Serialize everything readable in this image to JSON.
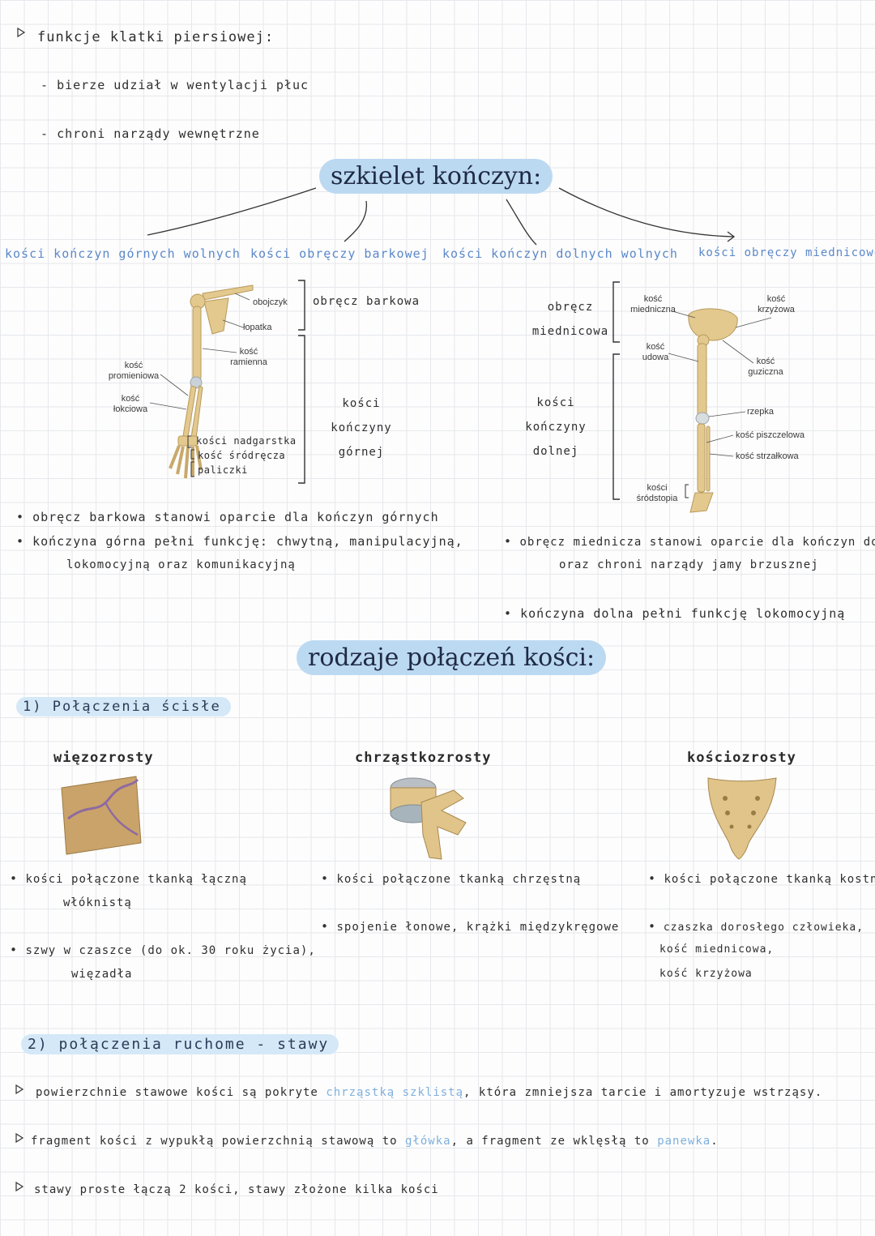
{
  "chest": {
    "title": "funkcje klatki piersiowej:",
    "items": [
      "bierze udział w wentylacji płuc",
      "chroni narządy wewnętrzne"
    ]
  },
  "limbs": {
    "title": "szkielet kończyn:",
    "branches": [
      "kości kończyn górnych wolnych",
      "kości obręczy barkowej",
      "kości kończyn dolnych wolnych",
      "kości obręczy miednicowej"
    ],
    "arm_labels": {
      "collarbone": "obojczyk",
      "scapula": "łopatka",
      "humerus": "kość ramienna",
      "radius": "kość promieniowa",
      "ulna": "kość łokciowa",
      "carpals": "kości nadgarstka",
      "metacarpals": "kość śródręcza",
      "phalanges": "paliczki"
    },
    "arm_groups": {
      "girdle": "obręcz barkowa",
      "limb": "kości kończyny górnej"
    },
    "leg_groups": {
      "girdle": "obręcz miednicowa",
      "limb": "kości kończyny dolnej"
    },
    "leg_labels": {
      "hip": "kość miedniczna",
      "sacrum": "kość krzyżowa",
      "femur": "kość udowa",
      "coccyx": "kość guziczna",
      "patella": "rzepka",
      "tibia": "kość piszczelowa",
      "fibula": "kość strzałkowa",
      "metatarsals": "kości śródstopia"
    },
    "arm_notes": [
      "obręcz barkowa stanowi oparcie dla kończyn górnych",
      "kończyna górna pełni funkcję: chwytną, manipulacyjną,",
      "lokomocyjną oraz komunikacyjną"
    ],
    "leg_notes": [
      "obręcz miednicza stanowi oparcie dla kończyn dolnych",
      "oraz chroni narządy jamy brzusznej",
      "kończyna dolna pełni funkcję lokomocyjną"
    ]
  },
  "joints": {
    "title": "rodzaje połączeń kości:",
    "section1": "1) Połączenia ścisłe",
    "types": [
      {
        "name": "więzozrosty",
        "notes": [
          "kości połączone tkanką łączną",
          "włóknistą",
          "szwy w czaszce (do ok. 30 roku życia),",
          "więzadła"
        ]
      },
      {
        "name": "chrząstkozrosty",
        "notes": [
          "kości połączone tkanką chrzęstną",
          "spojenie łonowe, krążki międzykręgowe"
        ]
      },
      {
        "name": "kościozrosty",
        "notes": [
          "kości połączone tkanką kostną",
          "czaszka dorosłego człowieka,",
          "kość miednicowa,",
          "kość krzyżowa"
        ]
      }
    ],
    "section2": "2) połączenia ruchome - stawy",
    "s2_lines": {
      "l1_a": "powierzchnie stawowe kości są pokryte",
      "l1_b": "chrząstką szklistą",
      "l1_c": ", która zmniejsza tarcie i amortyzuje wstrząsy.",
      "l2_a": "fragment kości z wypukłą powierzchnią stawową to",
      "l2_b": "główka",
      "l2_c": ", a fragment ze wklęsłą to",
      "l2_d": "panewka",
      "l2_e": ".",
      "l3": "stawy proste łączą 2 kości, stawy złożone kilka kości"
    }
  },
  "colors": {
    "pill": "#bcd9f2",
    "accent_blue": "#5b88c9",
    "light_blue": "#7fb0dd",
    "bone": "#e3c98e"
  }
}
